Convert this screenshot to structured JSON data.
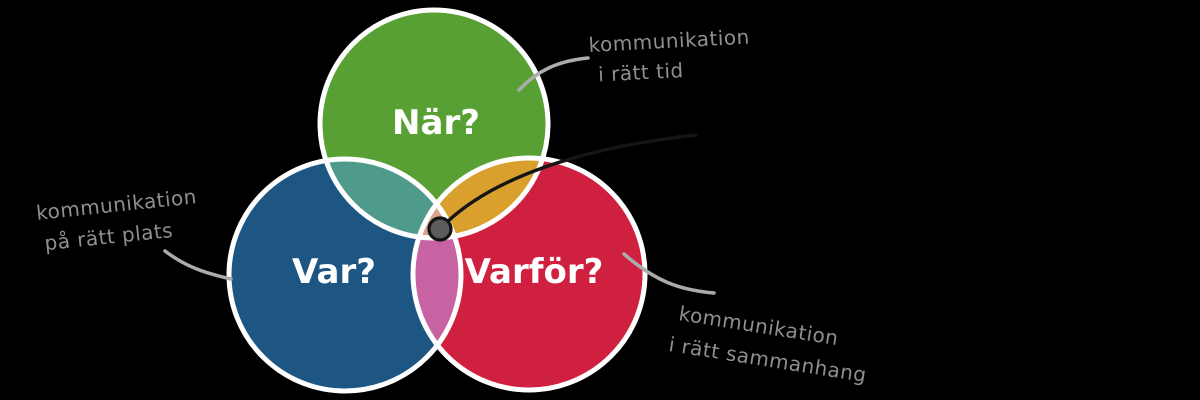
{
  "venn": {
    "background": "#000000",
    "colors": {
      "green": "#58A033",
      "blue": "#1D5583",
      "red": "#D02040",
      "overlap_green_blue": "#4E9B8B",
      "overlap_green_red": "#D9A02E",
      "overlap_blue_red": "#C763A3",
      "overlap_center": "#D7A38E",
      "outline": "#FFFFFF",
      "dot_fill": "#5C5C5C",
      "dot_ring": "#141414",
      "pointer_line": "#151515",
      "leader_line": "#ABABAB",
      "annotation_text": "#8F8F8F"
    },
    "circles": [
      {
        "id": "nar",
        "label": "När?"
      },
      {
        "id": "var",
        "label": "Var?"
      },
      {
        "id": "varfor",
        "label": "Varför?"
      }
    ],
    "annotations": {
      "tid": {
        "line1": "kommunikation",
        "line2": "i rätt tid"
      },
      "plats": {
        "line1": "kommunikation",
        "line2": "på rätt plats"
      },
      "sammanhang": {
        "line1": "kommunikation",
        "line2": "i rätt sammanhang"
      }
    }
  }
}
